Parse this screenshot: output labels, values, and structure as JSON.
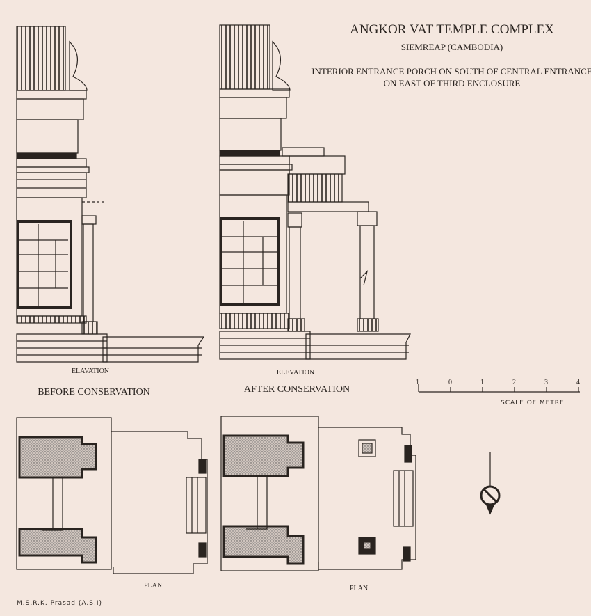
{
  "title": "ANGKOR VAT TEMPLE COMPLEX",
  "subtitle": "SIEMREAP (CAMBODIA)",
  "description": "INTERIOR ENTRANCE PORCH ON SOUTH OF CENTRAL ENTRANCE ON EAST OF THIRD ENCLOSURE",
  "left": {
    "elevation_label": "ELAVATION",
    "caption": "BEFORE CONSERVATION",
    "plan_label": "PLAN"
  },
  "right": {
    "elevation_label": "ELEVATION",
    "caption": "AFTER CONSERVATION",
    "plan_label": "PLAN"
  },
  "scale": {
    "ticks": [
      "1",
      "0",
      "1",
      "2",
      "3",
      "4"
    ],
    "label": "SCALE OF METRE"
  },
  "author": "M.S.R.K. Prasad (A.S.I)",
  "colors": {
    "paper": "#f4e7df",
    "ink": "#2a2420"
  }
}
